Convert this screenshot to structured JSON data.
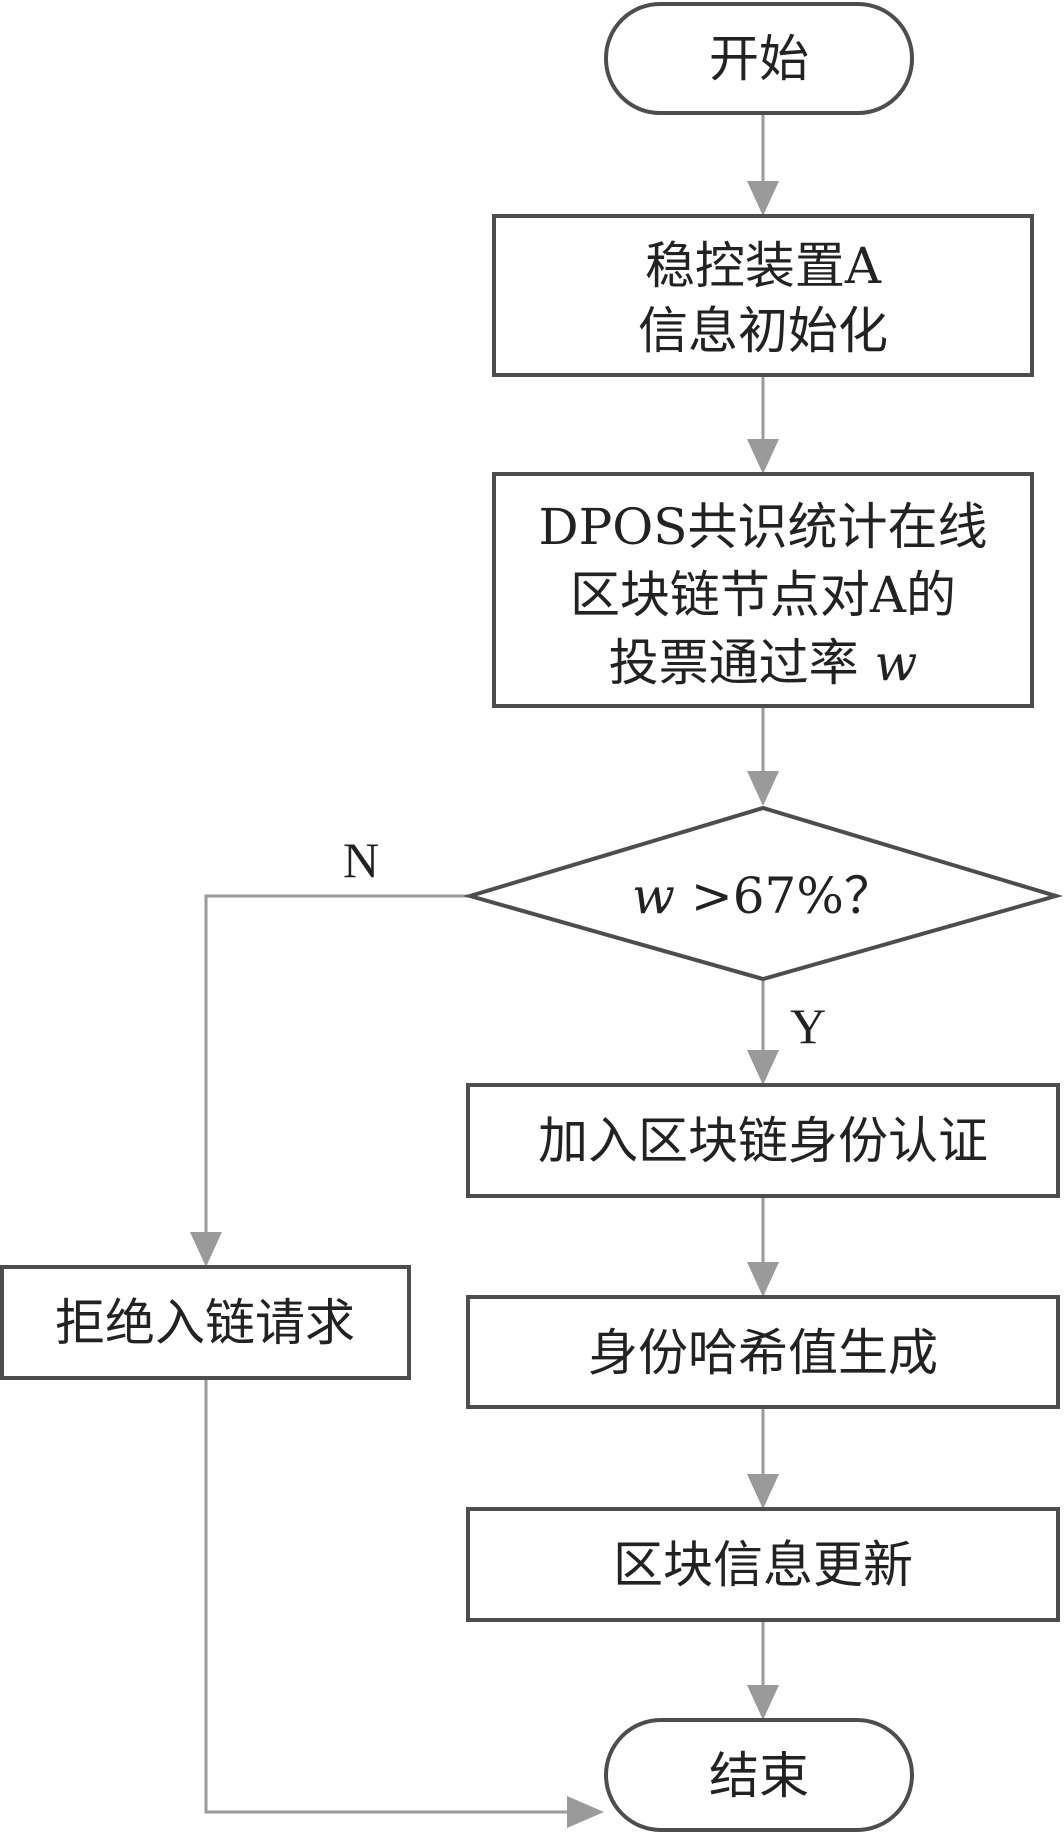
{
  "flowchart": {
    "start": {
      "label": "开始"
    },
    "init": {
      "line1": "稳控装置A",
      "line2": "信息初始化"
    },
    "vote": {
      "line1": "DPOS共识统计在线",
      "line2": "区块链节点对A的",
      "line3_main": "投票通过率",
      "line3_var": "w"
    },
    "decision": {
      "var": "w",
      "condition": ">67%？"
    },
    "yes_label": "Y",
    "no_label": "N",
    "join": {
      "label": "加入区块链身份认证"
    },
    "reject": {
      "label": "拒绝入链请求"
    },
    "hash": {
      "label": "身份哈希值生成"
    },
    "update": {
      "label": "区块信息更新"
    },
    "end": {
      "label": "结束"
    }
  }
}
